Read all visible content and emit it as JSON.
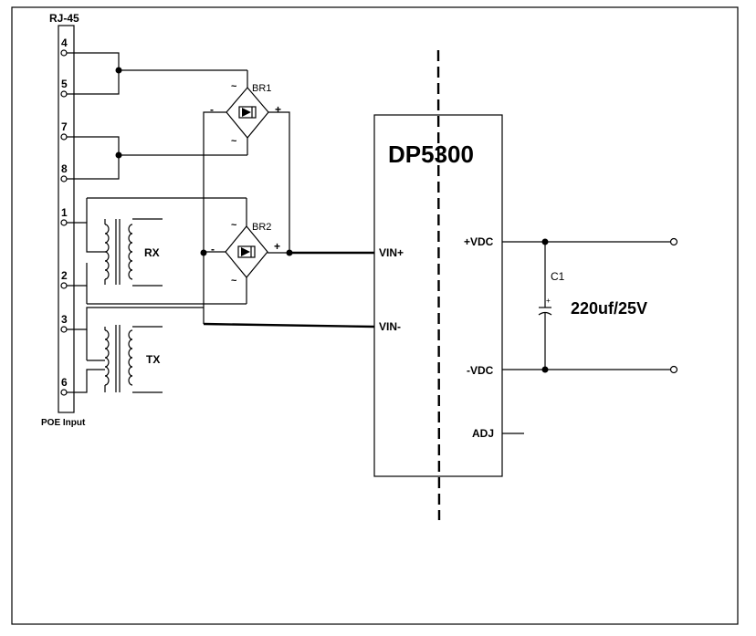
{
  "connector": {
    "title": "RJ-45",
    "caption": "POE Input",
    "pins": [
      "4",
      "5",
      "7",
      "8",
      "1",
      "2",
      "3",
      "6"
    ]
  },
  "bridges": {
    "br1": "BR1",
    "br2": "BR2",
    "ac": "~",
    "plus": "+",
    "minus": "-"
  },
  "transformers": {
    "rx": "RX",
    "tx": "TX"
  },
  "module": {
    "name": "DP5300",
    "vin_plus": "VIN+",
    "vin_minus": "VIN-",
    "vdc_plus": "+VDC",
    "vdc_minus": "-VDC",
    "adj": "ADJ"
  },
  "capacitor": {
    "ref": "C1",
    "value": "220uf/25V",
    "polarity": "+"
  }
}
